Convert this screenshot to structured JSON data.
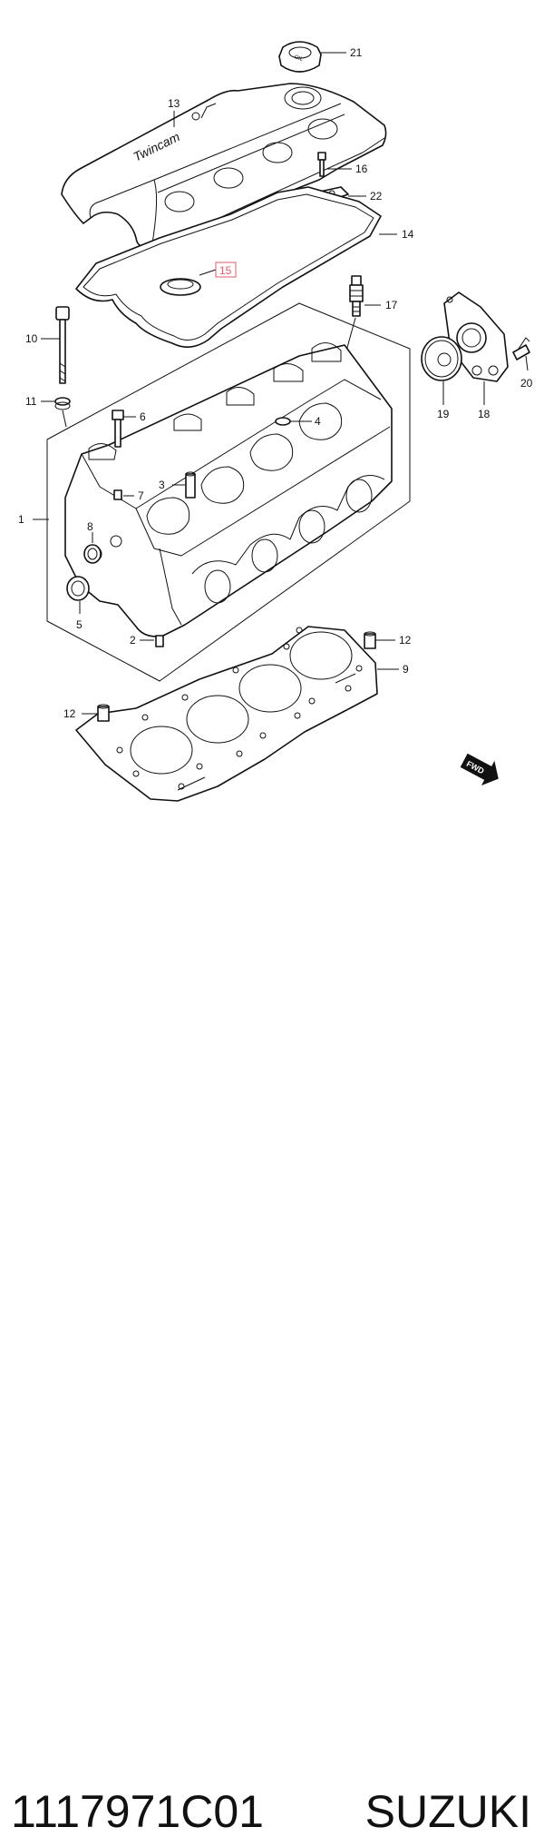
{
  "callouts": {
    "c1": "1",
    "c2": "2",
    "c3": "3",
    "c4": "4",
    "c5": "5",
    "c6": "6",
    "c7": "7",
    "c8": "8",
    "c9": "9",
    "c10": "10",
    "c11": "11",
    "c12a": "12",
    "c12b": "12",
    "c13": "13",
    "c14": "14",
    "c15": "15",
    "c16": "16",
    "c17": "17",
    "c18": "18",
    "c19": "19",
    "c20": "20",
    "c21": "21",
    "c22": "22"
  },
  "cover_text": "Twincam",
  "cap_text": "OIL",
  "fwd_text": "FWD",
  "highlight_color": "#e05a6a",
  "footer": {
    "part_number": "1117971C01",
    "brand": "SUZUKI"
  }
}
